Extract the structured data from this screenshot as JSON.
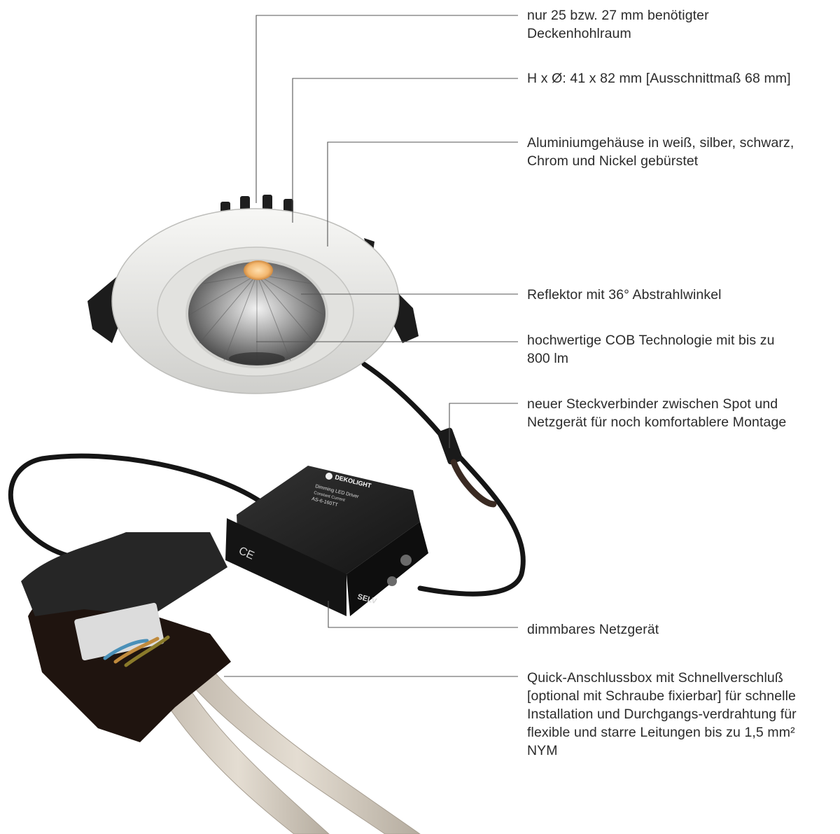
{
  "callouts": [
    {
      "id": "ceiling",
      "lines": [
        "nur 25 bzw. 27 mm benötigter",
        "Deckenhohlraum"
      ]
    },
    {
      "id": "dimensions",
      "lines": [
        "H x Ø: 41 x 82 mm  [Ausschnittmaß 68 mm]"
      ]
    },
    {
      "id": "housing",
      "lines": [
        "Aluminiumgehäuse in weiß, silber, schwarz,",
        "Chrom und Nickel gebürstet"
      ]
    },
    {
      "id": "reflector",
      "lines": [
        "Reflektor mit 36° Abstrahlwinkel"
      ]
    },
    {
      "id": "cob",
      "lines": [
        "hochwertige COB Technologie mit bis zu",
        "800 lm"
      ]
    },
    {
      "id": "connector",
      "lines": [
        "neuer Steckverbinder zwischen Spot und",
        "Netzgerät für noch komfortablere Montage"
      ]
    },
    {
      "id": "driver",
      "lines": [
        "dimmbares Netzgerät"
      ]
    },
    {
      "id": "box",
      "lines": [
        "Quick-Anschlussbox mit Schnellverschluß",
        "[optional mit Schraube fixierbar] für schnelle",
        "Installation und Durchgangs-verdrahtung für",
        "flexible und starre Leitungen bis zu 1,5 mm²",
        "NYM"
      ]
    }
  ],
  "driver_label": {
    "brand": "DEKOLIGHT",
    "title": "Dimming LED Driver",
    "subtitle": "Constant Current",
    "model": "AS-6-160TT",
    "selv": "SELV",
    "ce": "CE"
  },
  "colors": {
    "text": "#2b2b2b",
    "leader": "#555555",
    "housing": "#e9e9e6",
    "driver": "#1e1e1e",
    "cable_sheath": "#d8d0c4",
    "led": "#f3b870"
  }
}
